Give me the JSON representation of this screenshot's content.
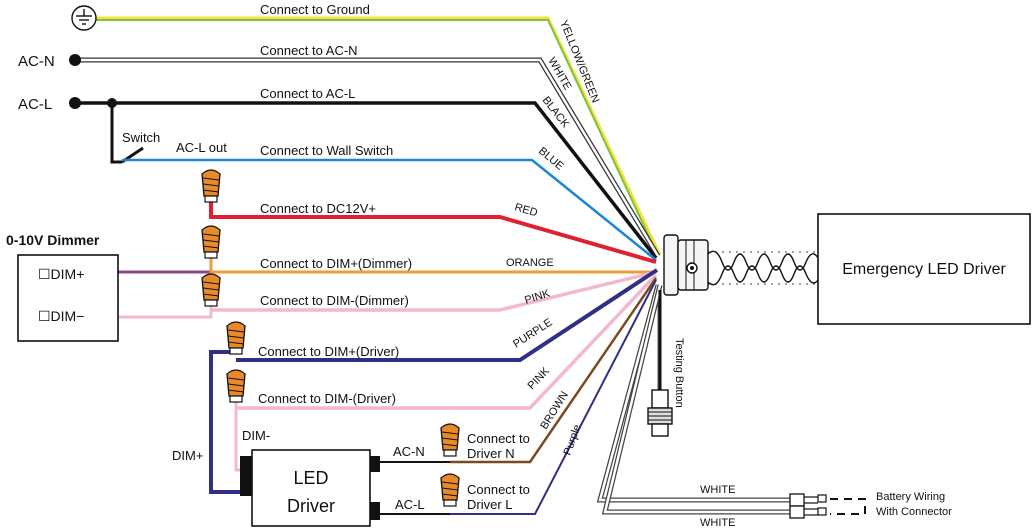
{
  "terminals": {
    "ac_n": "AC-N",
    "ac_l": "AC-L",
    "switch": "Switch",
    "ac_l_out": "AC-L out"
  },
  "dimmer": {
    "title": "0-10V Dimmer",
    "dim_plus": "☐DIM+",
    "dim_minus": "☐DIM−"
  },
  "wires": [
    {
      "label": "Connect to Ground",
      "color_name": "YELLOW/GREEN",
      "color": "#9fc83a"
    },
    {
      "label": "Connect to AC-N",
      "color_name": "WHITE",
      "color": "#ffffff"
    },
    {
      "label": "Connect to AC-L",
      "color_name": "BLACK",
      "color": "#111111"
    },
    {
      "label": "Connect to  Wall Switch",
      "color_name": "BLUE",
      "color": "#1a86d6"
    },
    {
      "label": "Connect to  DC12V+",
      "color_name": "RED",
      "color": "#e0202e"
    },
    {
      "label": "Connect to  DIM+(Dimmer)",
      "color_name": "ORANGE",
      "color": "#ef9a3c"
    },
    {
      "label": "Connect to  DIM-(Dimmer)",
      "color_name": "PINK",
      "color": "#f2b8cc"
    },
    {
      "label": "Connect to  DIM+(Driver)",
      "color_name": "PURPLE",
      "color": "#2f2f86"
    },
    {
      "label": "Connect to  DIM-(Driver)",
      "color_name": "PINK",
      "color": "#f2b8cc"
    },
    {
      "label": "Connect to\nDriver N",
      "color_name": "BROWN",
      "color": "#7a4a22"
    },
    {
      "label": "Connect to\nDriver L",
      "color_name": "Purple",
      "color": "#2f2f86"
    }
  ],
  "led_driver": {
    "label_line1": "LED",
    "label_line2": "Driver",
    "dim_plus": "DIM+",
    "dim_minus": "DIM-",
    "ac_n": "AC-N",
    "ac_l": "AC-L",
    "conn_n_line1": "Connect to",
    "conn_n_line2": "Driver N",
    "conn_l_line1": "Connect to",
    "conn_l_line2": "Driver L"
  },
  "emergency_driver": {
    "label": "Emergency LED Driver"
  },
  "testing_button": "Testing Button",
  "battery": {
    "white_top": "WHITE",
    "white_bottom": "WHITE",
    "line1": "Battery Wiring",
    "line2": "With Connector"
  }
}
